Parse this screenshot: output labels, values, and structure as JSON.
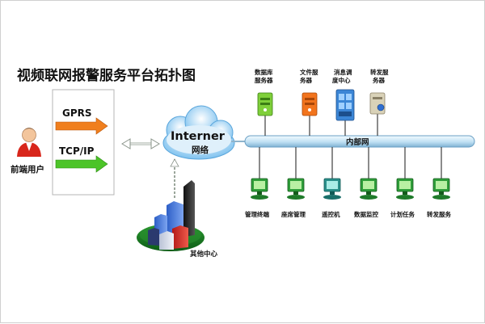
{
  "title": "视频联网报警服务平台拓扑图",
  "user": {
    "label": "前端用户"
  },
  "protocols": [
    {
      "label": "GPRS",
      "color": "#e06a0f"
    },
    {
      "label": "TCP/IP",
      "color": "#37b51f"
    }
  ],
  "cloud": {
    "title": "Interner",
    "subtitle": "网络"
  },
  "center": {
    "label": "其他中心"
  },
  "lan": {
    "label": "内部网"
  },
  "servers": [
    {
      "label1": "数据库",
      "label2": "服务器",
      "color": "#7fcf3a"
    },
    {
      "label1": "文件服",
      "label2": "务器",
      "color": "#f2741d"
    },
    {
      "label1": "消息调",
      "label2": "度中心",
      "color": "#3b86d6"
    },
    {
      "label1": "转发服",
      "label2": "务器",
      "color": "#d9d2b8"
    }
  ],
  "clients": [
    {
      "label": "管理终端"
    },
    {
      "label": "座席管理"
    },
    {
      "label": "遥控机"
    },
    {
      "label": "数据监控"
    },
    {
      "label": "计划任务"
    },
    {
      "label": "转发服务"
    }
  ],
  "colors": {
    "bus": "#cfe6f5",
    "terminal": "#2f9e3a",
    "cloud": "#bfe0f7"
  }
}
